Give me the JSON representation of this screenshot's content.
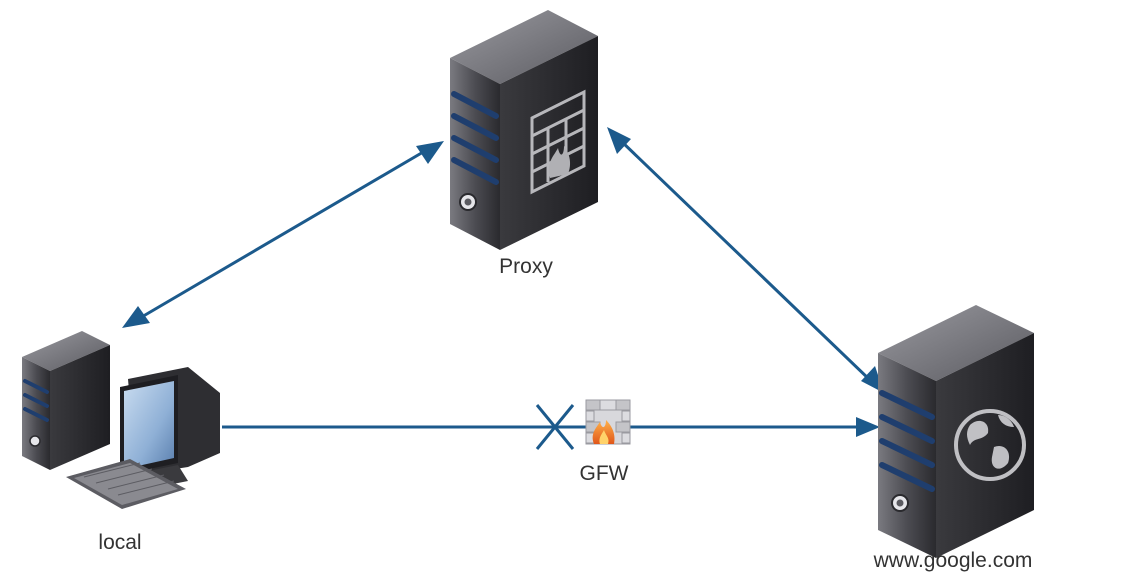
{
  "nodes": {
    "proxy": {
      "label": "Proxy"
    },
    "local": {
      "label": "local"
    },
    "google": {
      "label": "www.google.com"
    },
    "gfw": {
      "label": "GFW"
    }
  },
  "connections": [
    {
      "from": "local",
      "to": "proxy",
      "direction": "bidirectional",
      "blocked": false
    },
    {
      "from": "proxy",
      "to": "google",
      "direction": "bidirectional",
      "blocked": false
    },
    {
      "from": "local",
      "to": "google",
      "direction": "one-way",
      "blocked": true
    }
  ],
  "icons": {
    "proxy": "server-firewall-icon",
    "local": "desktop-computer-icon",
    "google": "server-globe-icon",
    "gfw": "firewall-brick-icon",
    "block": "blocked-x-icon"
  },
  "colors": {
    "arrow": "#1c5a8c",
    "server_dark": "#2f2f33",
    "server_light": "#6e6e74",
    "stripe": "#1f3e6e",
    "firewall_orange": "#ef7c22"
  }
}
